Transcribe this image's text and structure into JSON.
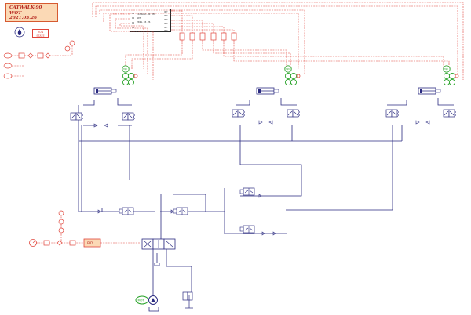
{
  "title_box": {
    "line1": "CATWALK-90",
    "line2": "WOT",
    "line3": "2021.03.26"
  },
  "run_button": {
    "line1": "RUN",
    "line2": "STATE"
  },
  "controller": {
    "line1": "CATWALK-90 HMI",
    "line2": "WOT",
    "line3": "2021.03.26",
    "left_ports": [
      "IN",
      "IN",
      "IN",
      "IN"
    ],
    "right_ports": [
      "OUT",
      "OUT",
      "OUT",
      "OUT",
      "OUT",
      "OUT"
    ]
  },
  "pid_label": "PID",
  "motor_label": "M/C",
  "pump_motor_label": "MOT",
  "colors": {
    "control": "#e0443a",
    "hydraulic": "#2a2a80",
    "motor": "#29a329",
    "title_fill": "#fbd9b5"
  },
  "icons": [
    "water-drop-icon",
    "gauge-icon",
    "cylinder-icon",
    "valve-icon",
    "pump-icon",
    "motor-icon",
    "check-valve-icon",
    "tank-icon"
  ]
}
